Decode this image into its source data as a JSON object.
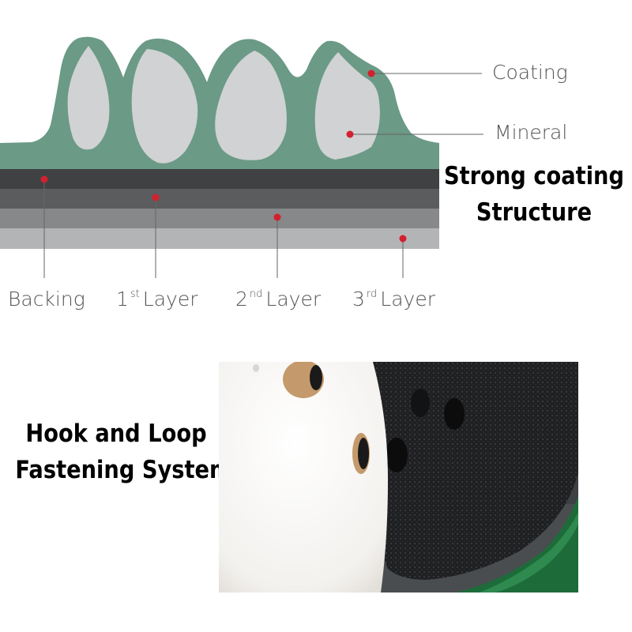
{
  "labels": {
    "coating": "Coating",
    "mineral": "Mineral",
    "backing": "Backing",
    "layer1_num": "1",
    "layer1_sup": "st",
    "layer1_word": "Layer",
    "layer2_num": "2",
    "layer2_sup": "nd",
    "layer2_word": "Layer",
    "layer3_num": "3",
    "layer3_sup": "rd",
    "layer3_word": "Layer"
  },
  "headlines": {
    "structure_line1": "Strong coating",
    "structure_line2": "Structure",
    "hook_line1": "Hook and Loop",
    "hook_line2": "Fastening System"
  },
  "colors": {
    "coating": "#6b9a86",
    "mineral": "#d0d2d3",
    "backing": "#404143",
    "layer1": "#5b5c5e",
    "layer2": "#87888a",
    "layer3": "#b3b4b6",
    "marker": "#d3202e",
    "leader_line": "#666666"
  }
}
